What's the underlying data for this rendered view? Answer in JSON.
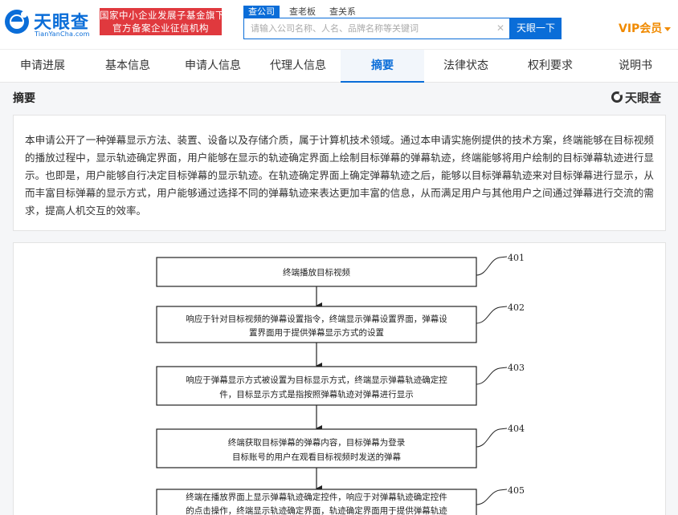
{
  "header": {
    "logo_cn": "天眼查",
    "logo_en": "TianYanCha.com",
    "slogan_line1": "国家中小企业发展子基金旗下",
    "slogan_line2": "官方备案企业征信机构",
    "search_tabs": [
      "查公司",
      "查老板",
      "查关系"
    ],
    "search_placeholder": "请输入公司名称、人名、品牌名称等关键词",
    "search_button": "天眼一下",
    "vip_label": "VIP会员"
  },
  "nav": {
    "items": [
      "申请进展",
      "基本信息",
      "申请人信息",
      "代理人信息",
      "摘要",
      "法律状态",
      "权利要求",
      "说明书"
    ],
    "active": "摘要"
  },
  "section": {
    "title": "摘要",
    "watermark": "天眼查"
  },
  "abstract": {
    "text": "本申请公开了一种弹幕显示方法、装置、设备以及存储介质，属于计算机技术领域。通过本申请实施例提供的技术方案，终端能够在目标视频的播放过程中，显示轨迹确定界面，用户能够在显示的轨迹确定界面上绘制目标弹幕的弹幕轨迹，终端能够将用户绘制的目标弹幕轨迹进行显示。也即是，用户能够自行决定目标弹幕的显示轨迹。在轨迹确定界面上确定弹幕轨迹之后，能够以目标弹幕轨迹来对目标弹幕进行显示，从而丰富目标弹幕的显示方式，用户能够通过选择不同的弹幕轨迹来表达更加丰富的信息，从而满足用户与其他用户之间通过弹幕进行交流的需求，提高人机交互的效率。"
  },
  "flowchart": {
    "steps": [
      {
        "num": "401",
        "lines": [
          "终端播放目标视频"
        ]
      },
      {
        "num": "402",
        "lines": [
          "响应于针对目标视频的弹幕设置指令，终端显示弹幕设置界面，弹幕设",
          "置界面用于提供弹幕显示方式的设置"
        ]
      },
      {
        "num": "403",
        "lines": [
          "响应于弹幕显示方式被设置为目标显示方式，终端显示弹幕轨迹确定控",
          "件，目标显示方式是指按照弹幕轨迹对弹幕进行显示"
        ]
      },
      {
        "num": "404",
        "lines": [
          "终端获取目标弹幕的弹幕内容，目标弹幕为登录",
          "目标账号的用户在观看目标视频时发送的弹幕"
        ]
      },
      {
        "num": "405",
        "lines": [
          "终端在播放界面上显示弹幕轨迹确定控件，响应于对弹幕轨迹确定控件",
          "的点击操作，终端显示轨迹确定界面，轨迹确定界面用于提供弹幕轨迹"
        ]
      }
    ]
  },
  "colors": {
    "brand_blue": "#0a6dd8",
    "slogan_red": "#e0393e",
    "vip_orange": "#f08a00"
  }
}
